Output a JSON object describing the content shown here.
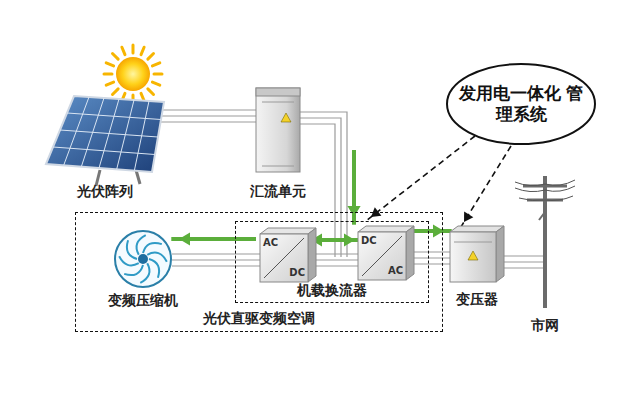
{
  "diagram": {
    "nodes": [
      {
        "text": [
          "光伏阵列"
        ]
      },
      {
        "text": [
          "汇流单元"
        ]
      },
      {
        "text": [
          "发用电一体化 管理系统"
        ]
      },
      {
        "text": [
          "光伏直驱变频空调"
        ]
      },
      {
        "text": [
          "变频压缩机"
        ],
        "in": 3
      },
      {
        "text": [
          "机载换流器"
        ],
        "in": 3
      },
      {
        "text": [
          "AC",
          "DC"
        ],
        "in": 5
      },
      {
        "text": [
          "DC",
          "AC"
        ],
        "in": 5
      },
      {
        "text": [
          "变压器"
        ]
      },
      {
        "text": [
          "市网"
        ]
      }
    ],
    "edges": [
      {
        "from": 0,
        "to": 1,
        "arrow": "none"
      },
      {
        "from": 1,
        "to": 5,
        "arrow": "to"
      },
      {
        "from": 6,
        "to": 7,
        "arrow": "both"
      },
      {
        "from": 6,
        "to": 4,
        "arrow": "to"
      },
      {
        "from": 7,
        "to": 8,
        "arrow": "to"
      },
      {
        "from": 8,
        "to": 9,
        "arrow": "none"
      },
      {
        "from": 2,
        "to": 5,
        "arrow": "to"
      },
      {
        "from": 2,
        "to": 8,
        "arrow": "to"
      }
    ]
  }
}
